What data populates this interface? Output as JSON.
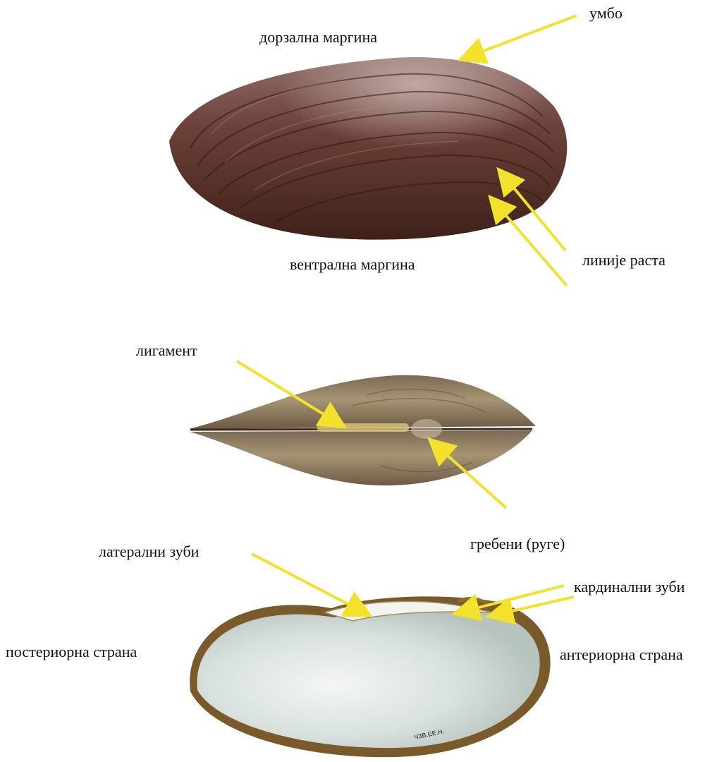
{
  "labels": {
    "umbo": "умбо",
    "dorsal_margin": "дорзална маргина",
    "ventral_margin": "вентрална маргина",
    "growth_lines": "линије раста",
    "ligament": "лигамент",
    "ridges": "гребени (руге)",
    "lateral_teeth": "латерални зуби",
    "cardinal_teeth": "кардинални зуби",
    "posterior_side": "постериорна страна",
    "anterior_side": "антериорна страна"
  },
  "specimen_stamp": "ЧЗВ.ЕЕ.Н.",
  "colors": {
    "arrow": "#f2e22c",
    "shell_outer_dark": "#4a2a22",
    "shell_outer_mid": "#7a5046",
    "shell_top_view": "#8c7a62",
    "nacre": "#dfe6e4",
    "shell_rim": "#8a6a30"
  }
}
